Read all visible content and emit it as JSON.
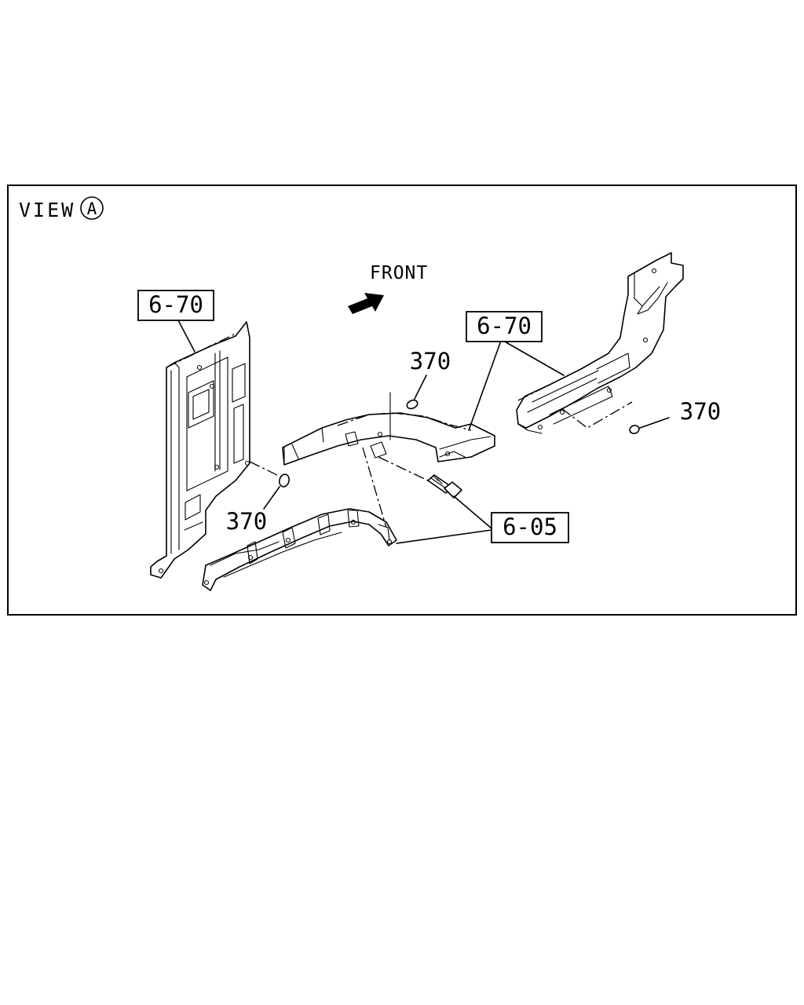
{
  "view": {
    "prefix": "VIEW",
    "letter": "A"
  },
  "direction": {
    "label": "FRONT",
    "icon": "front-arrow-icon"
  },
  "callouts": {
    "left_panel_ref": "6-70",
    "right_panel_ref": "6-70",
    "bolt_ref": "6-05",
    "plug_upper_center": "370",
    "plug_right": "370",
    "plug_lower_left": "370"
  }
}
